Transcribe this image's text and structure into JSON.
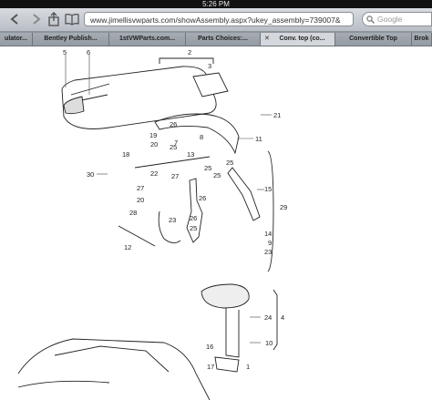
{
  "status_bar": {
    "time": "5:26 PM"
  },
  "browser": {
    "url": "www.jimellisvwparts.com/showAssembly.aspx?ukey_assembly=739007&",
    "search_placeholder": "Google",
    "tabs": [
      {
        "label": "ulator...",
        "active": false
      },
      {
        "label": "Bentley Publish...",
        "active": false
      },
      {
        "label": "1stVWParts.com...",
        "active": false
      },
      {
        "label": "Parts Choices:...",
        "active": false
      },
      {
        "label": "Conv. top (co...",
        "active": true
      },
      {
        "label": "Convertible Top",
        "active": false
      },
      {
        "label": "Brok",
        "active": false
      }
    ]
  },
  "diagram": {
    "callouts": {
      "c2": "2",
      "c3": "3",
      "c5": "5",
      "c6": "6",
      "c21": "21",
      "c11": "11",
      "c26a": "26",
      "c19": "19",
      "c8": "8",
      "c7": "7",
      "c20a": "20",
      "c25a": "25",
      "c18": "18",
      "c13": "13",
      "c25b": "25",
      "c25c": "25",
      "c30": "30",
      "c22": "22",
      "c27a": "27",
      "c25d": "25",
      "c27b": "27",
      "c20b": "20",
      "c15": "15",
      "c26b": "26",
      "c29": "29",
      "c26c": "26",
      "c28": "28",
      "c23a": "23",
      "c25e": "25",
      "c14": "14",
      "c9": "9",
      "c23b": "23",
      "c12": "12",
      "c24": "24",
      "c4": "4",
      "c10": "10",
      "c16": "16",
      "c17": "17",
      "c1": "1"
    }
  }
}
